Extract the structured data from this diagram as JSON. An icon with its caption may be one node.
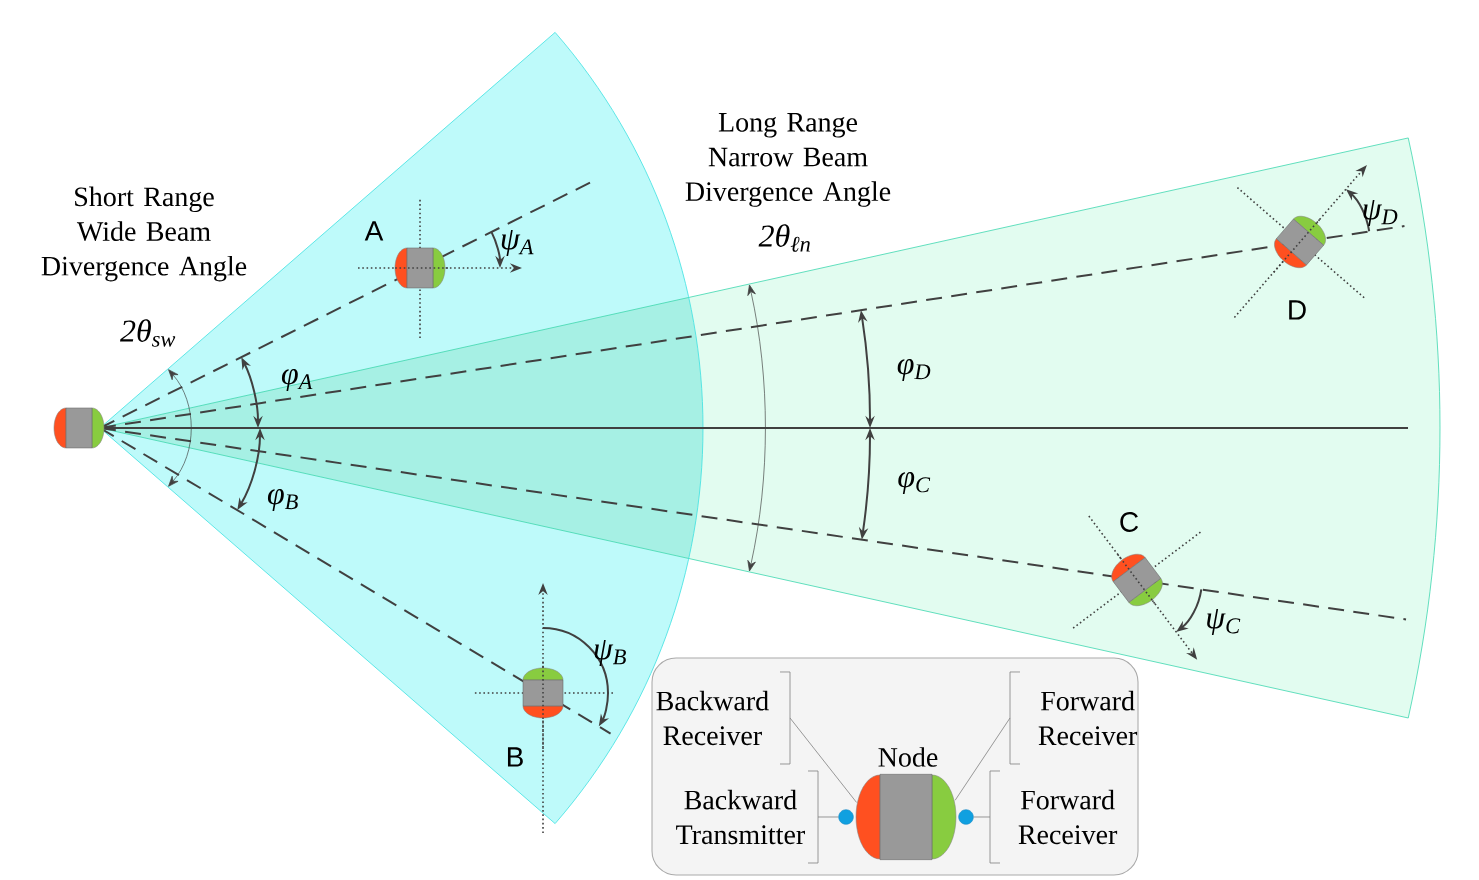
{
  "diagram": {
    "nodes": [
      {
        "text": [
          "Backward Receiver"
        ]
      },
      {
        "text": [
          "Forward Receiver"
        ]
      },
      {
        "text": [
          "Backward Transmitter"
        ]
      },
      {
        "text": [
          "Forward Receiver"
        ]
      },
      {
        "text": [
          "Node"
        ]
      },
      {
        "text": [],
        "shape": "semicircle"
      },
      {
        "text": [],
        "shape": "semicircle"
      },
      {
        "text": [],
        "shape": "circle"
      },
      {
        "text": [],
        "shape": "circle"
      }
    ],
    "edges": [
      {
        "from": 0,
        "to": 5,
        "arrow": "none"
      },
      {
        "from": 1,
        "to": 6,
        "arrow": "none"
      },
      {
        "from": 2,
        "to": 7,
        "arrow": "none"
      },
      {
        "from": 3,
        "to": 8,
        "arrow": "none"
      }
    ],
    "labels": [
      "Short Range Wide Beam Divergence Angle",
      "2θ$_{sw}$",
      "A",
      "ψ$_{A}$",
      "Long Range Narrow Beam Divergence Angle",
      "2θ$_{ℓn}$",
      "ψ$_{D}$",
      "D",
      "φ$_{A}$",
      "φ$_{D}$",
      "φ$_{B}$",
      "φ$_{C}$",
      "C",
      "ψ$_{C}$",
      "ψ$_{B}$",
      "B"
    ]
  }
}
